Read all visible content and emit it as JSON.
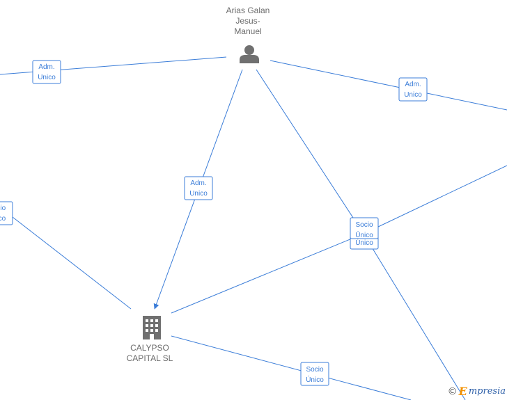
{
  "nodes": {
    "person": {
      "name_lines": [
        "Arias Galan",
        "Jesus-",
        "Manuel"
      ],
      "icon": "person-icon"
    },
    "company": {
      "name_lines": [
        "CALYPSO",
        "CAPITAL  SL"
      ],
      "icon": "building-icon"
    }
  },
  "edge_labels": {
    "left_top": [
      "Adm.",
      "Unico"
    ],
    "right_top": [
      "Adm.",
      "Unico"
    ],
    "center": [
      "Adm.",
      "Unico"
    ],
    "left_mid": [
      "ocio",
      "nico"
    ],
    "socio_upper": [
      "Socio",
      "Único"
    ],
    "socio_lower_fragment": "Único",
    "bottom": [
      "Socio",
      "Único"
    ]
  },
  "watermark": {
    "copyright": "©",
    "brand_initial": "E",
    "brand_rest": "mpresia"
  }
}
